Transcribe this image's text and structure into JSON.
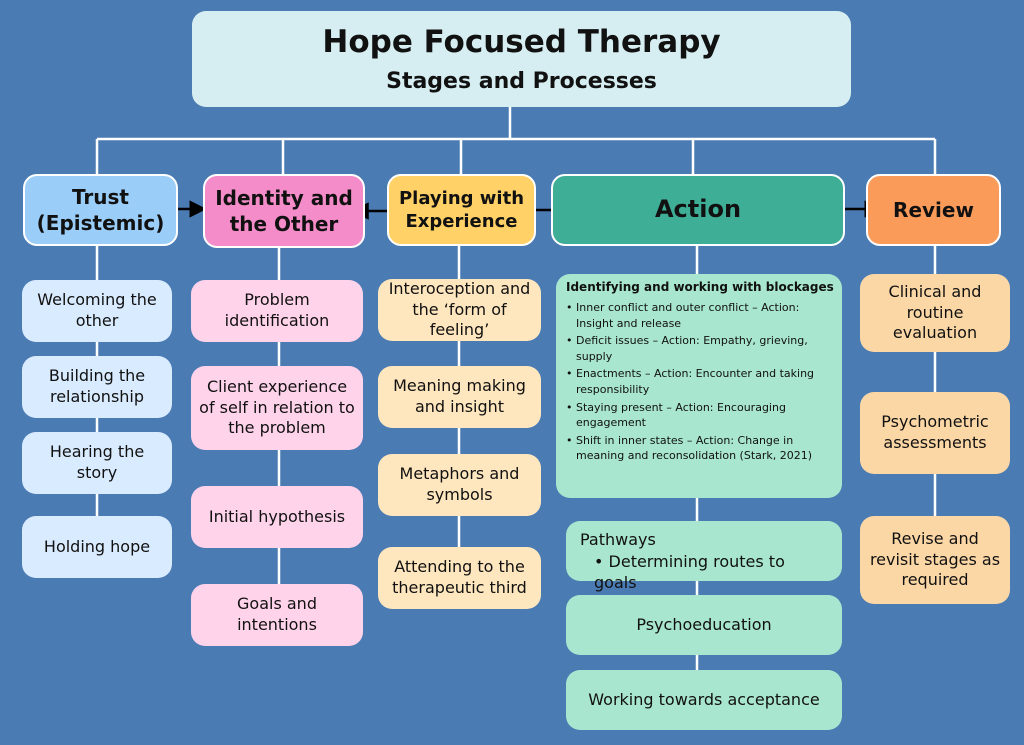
{
  "title": "Hope Focused Therapy",
  "subtitle": "Stages and Processes",
  "stages": {
    "trust": {
      "label_1": "Trust",
      "label_2": "(Epistemic)",
      "items": [
        "Welcoming the other",
        "Building the relationship",
        "Hearing the story",
        "Holding hope"
      ]
    },
    "identity": {
      "label_1": "Identity and",
      "label_2": "the  Other",
      "items": [
        "Problem identification",
        "Client experience of self in relation to the problem",
        "Initial hypothesis",
        "Goals and intentions"
      ]
    },
    "playing": {
      "label_1": "Playing with",
      "label_2": "Experience",
      "items": [
        "Interoception and the ‘form of feeling’",
        "Meaning making and insight",
        "Metaphors and symbols",
        "Attending to the therapeutic third"
      ]
    },
    "action": {
      "label": "Action",
      "blockages": {
        "heading": "Identifying and working with blockages",
        "bullets": [
          "Inner conflict and outer conflict – Action: Insight and release",
          "Deficit issues – Action: Empathy, grieving, supply",
          "Enactments – Action: Encounter and taking responsibility",
          "Staying present – Action: Encouraging engagement",
          "Shift in inner states – Action: Change in meaning and reconsolidation (Stark, 2021)"
        ]
      },
      "pathways": {
        "heading": "Pathways",
        "bullet": "•  Determining routes to goals"
      },
      "items": [
        "Psychoeducation",
        "Working towards acceptance"
      ]
    },
    "review": {
      "label": "Review",
      "items": [
        "Clinical and routine evaluation",
        "Psychometric assessments",
        "Revise and revisit stages as required"
      ]
    }
  },
  "colors": {
    "background": "#4a7bb3",
    "trust": "#9bcdf9",
    "identity": "#f38cc8",
    "playing": "#ffd166",
    "action": "#3fae96",
    "review": "#fb9b5a"
  }
}
